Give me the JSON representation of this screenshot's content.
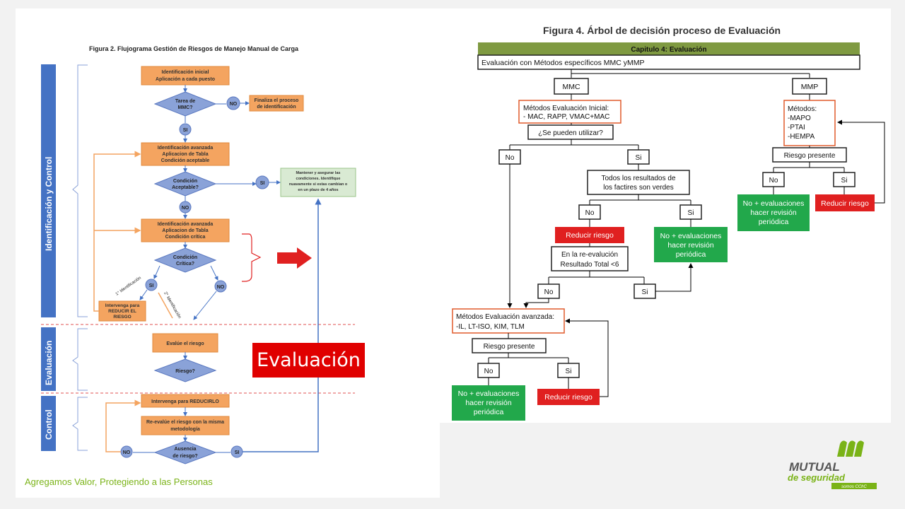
{
  "colors": {
    "orange": "#f4a460",
    "diamond": "#8aa2d8",
    "blue_bar": "#4472c4",
    "green": "#22a84b",
    "red": "#e02020",
    "olive_header": "#7f9a41",
    "red_outline": "#e05a2b",
    "brand_green": "#7ab317"
  },
  "left": {
    "title": "Figura 2. Flujograma Gestión de Riesgos de Manejo Manual de Carga",
    "sidebar": {
      "identificacion": "Identificación y Control",
      "evaluacion": "Evaluación",
      "control": "Control"
    },
    "nodes": {
      "ident_inicial_1": "Identificación inicial",
      "ident_inicial_2": "Aplicación a cada puesto",
      "tarea_1": "Tarea de",
      "tarea_2": "MMC?",
      "no1": "NO",
      "finaliza_1": "Finaliza el proceso",
      "finaliza_2": "de identificación",
      "si1": "SI",
      "ident_av1_1": "Identificación avanzada",
      "ident_av1_2": "Aplicacion de Tabla",
      "ident_av1_3": "Condición aceptable",
      "cond_acep_1": "Condición",
      "cond_acep_2": "Aceptable?",
      "si2": "SI",
      "mantener_1": "Mantener y asegurar las",
      "mantener_2": "condiciones. Identifique",
      "mantener_3": "nuavamente si estas cambian o",
      "mantener_4": "en un plazo de 4 años",
      "no2": "NO",
      "ident_av2_1": "Identificación avanzada",
      "ident_av2_2": "Aplicacion de Tabla",
      "ident_av2_3": "Condición crítica",
      "cond_crit_1": "Condición",
      "cond_crit_2": "Crítica?",
      "si3": "SI",
      "no3": "NO",
      "primera": "1° Identificación",
      "segunda": "2° Identificación",
      "intervenga_1": "Intervenga para",
      "intervenga_2": "REDUCIR EL",
      "intervenga_3": "RIESGO",
      "evalue": "Evalúe el riesgo",
      "riesgo": "Riesgo?",
      "intervenga_reducirlo": "Intervenga para REDUCIRLO",
      "reevalue_1": "Re-evalúe el riesgo con la misma",
      "reevalue_2": "metodología",
      "ausencia_1": "Ausencia",
      "ausencia_2": "de riesgo?",
      "no4": "NO",
      "si4": "SI"
    },
    "badge": "Evaluación"
  },
  "right": {
    "title": "Figura 4. Árbol de decisión proceso de Evaluación",
    "header": "Capitulo 4: Evaluación",
    "subheader": "Evaluación con Métodos específicos MMC yMMP",
    "mmc": "MMC",
    "mmp": "MMP",
    "metodos_inicial_1": "Métodos Evaluación Inicial:",
    "metodos_inicial_2": "- MAC, RAPP, VMAC+MAC",
    "se_pueden": "¿Se pueden utilizar?",
    "no_a": "No",
    "si_a": "Si",
    "todos_1": "Todos los resultados de",
    "todos_2": "los factires son verdes",
    "no_b": "No",
    "si_b": "Si",
    "reducir_1": "Reducir riesgo",
    "no_eval_1_1": "No + evaluaciones",
    "no_eval_1_2": "hacer revisión",
    "no_eval_1_3": "periódica",
    "reeval_1": "En la re-evalución",
    "reeval_2": "Resultado Total <6",
    "no_c": "No",
    "si_c": "Si",
    "metodos_av_1": "Métodos Evaluación avanzada:",
    "metodos_av_2": "-IL, LT-ISO, KIM, TLM",
    "riesgo_presente_1": "Riesgo presente",
    "no_d": "No",
    "si_d": "Si",
    "no_eval_2_1": "No + evaluaciones",
    "no_eval_2_2": "hacer revisión",
    "no_eval_2_3": "periódica",
    "reducir_2": "Reducir riesgo",
    "mmp_metodos_1": "Métodos:",
    "mmp_metodos_2": "-MAPO",
    "mmp_metodos_3": "-PTAI",
    "mmp_metodos_4": "-HEMPA",
    "riesgo_presente_2": "Riesgo presente",
    "no_e": "No",
    "si_e": "Si",
    "no_eval_3_1": "No + evaluaciones",
    "no_eval_3_2": "hacer revisión",
    "no_eval_3_3": "periódica",
    "reducir_3": "Reducir riesgo"
  },
  "footer": "Agregamos Valor, Protegiendo a las Personas",
  "logo": {
    "name": "MUTUAL",
    "sub": "de seguridad",
    "tag": "somos CChC"
  }
}
